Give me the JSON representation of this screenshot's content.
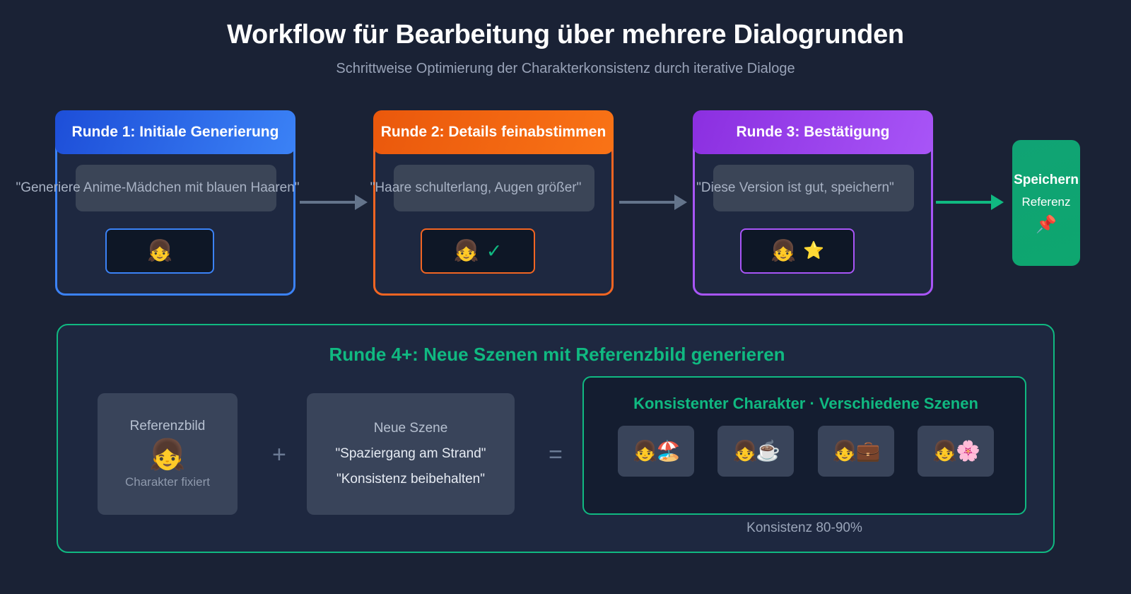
{
  "header": {
    "title": "Workflow für Bearbeitung über mehrere Dialogrunden",
    "subtitle": "Schrittweise Optimierung der Charakterkonsistenz durch iterative Dialoge"
  },
  "rounds": [
    {
      "header": "Runde 1: Initiale Generierung",
      "prompt": "\"Generiere Anime-Mädchen mit blauen Haaren\"",
      "thumb_emoji": "👧",
      "thumb_mark": "",
      "accent": "#3b82f6"
    },
    {
      "header": "Runde 2: Details feinabstimmen",
      "prompt": "\"Haare schulterlang, Augen größer\"",
      "thumb_emoji": "👧",
      "thumb_mark": "✓",
      "accent": "#f26522"
    },
    {
      "header": "Runde 3: Bestätigung",
      "prompt": "\"Diese Version ist gut, speichern\"",
      "thumb_emoji": "👧",
      "thumb_mark": "⭐",
      "accent": "#a855f7"
    }
  ],
  "arrows": {
    "flow1": "arrow-right-icon",
    "flow2": "arrow-right-icon",
    "flow3": "arrow-right-icon",
    "gray_color": "#64748b",
    "green_color": "#10b981"
  },
  "save": {
    "title": "Speichern",
    "subtitle": "Referenz",
    "icon": "📌",
    "color": "#10a374"
  },
  "bottom": {
    "title": "Runde 4+: Neue Szenen mit Referenzbild generieren",
    "accent": "#10b981",
    "reference": {
      "label": "Referenzbild",
      "emoji": "👧",
      "caption": "Charakter fixiert"
    },
    "operator_plus": "+",
    "operator_equals": "=",
    "scene": {
      "label": "Neue Szene",
      "line1": "\"Spaziergang am Strand\"",
      "line2": "\"Konsistenz beibehalten\""
    },
    "result": {
      "title": "Konsistenter Charakter · Verschiedene Szenen",
      "cells": [
        "👧🏖️",
        "👧☕",
        "👧💼",
        "👧🌸"
      ],
      "note": "Konsistenz 80-90%"
    }
  }
}
